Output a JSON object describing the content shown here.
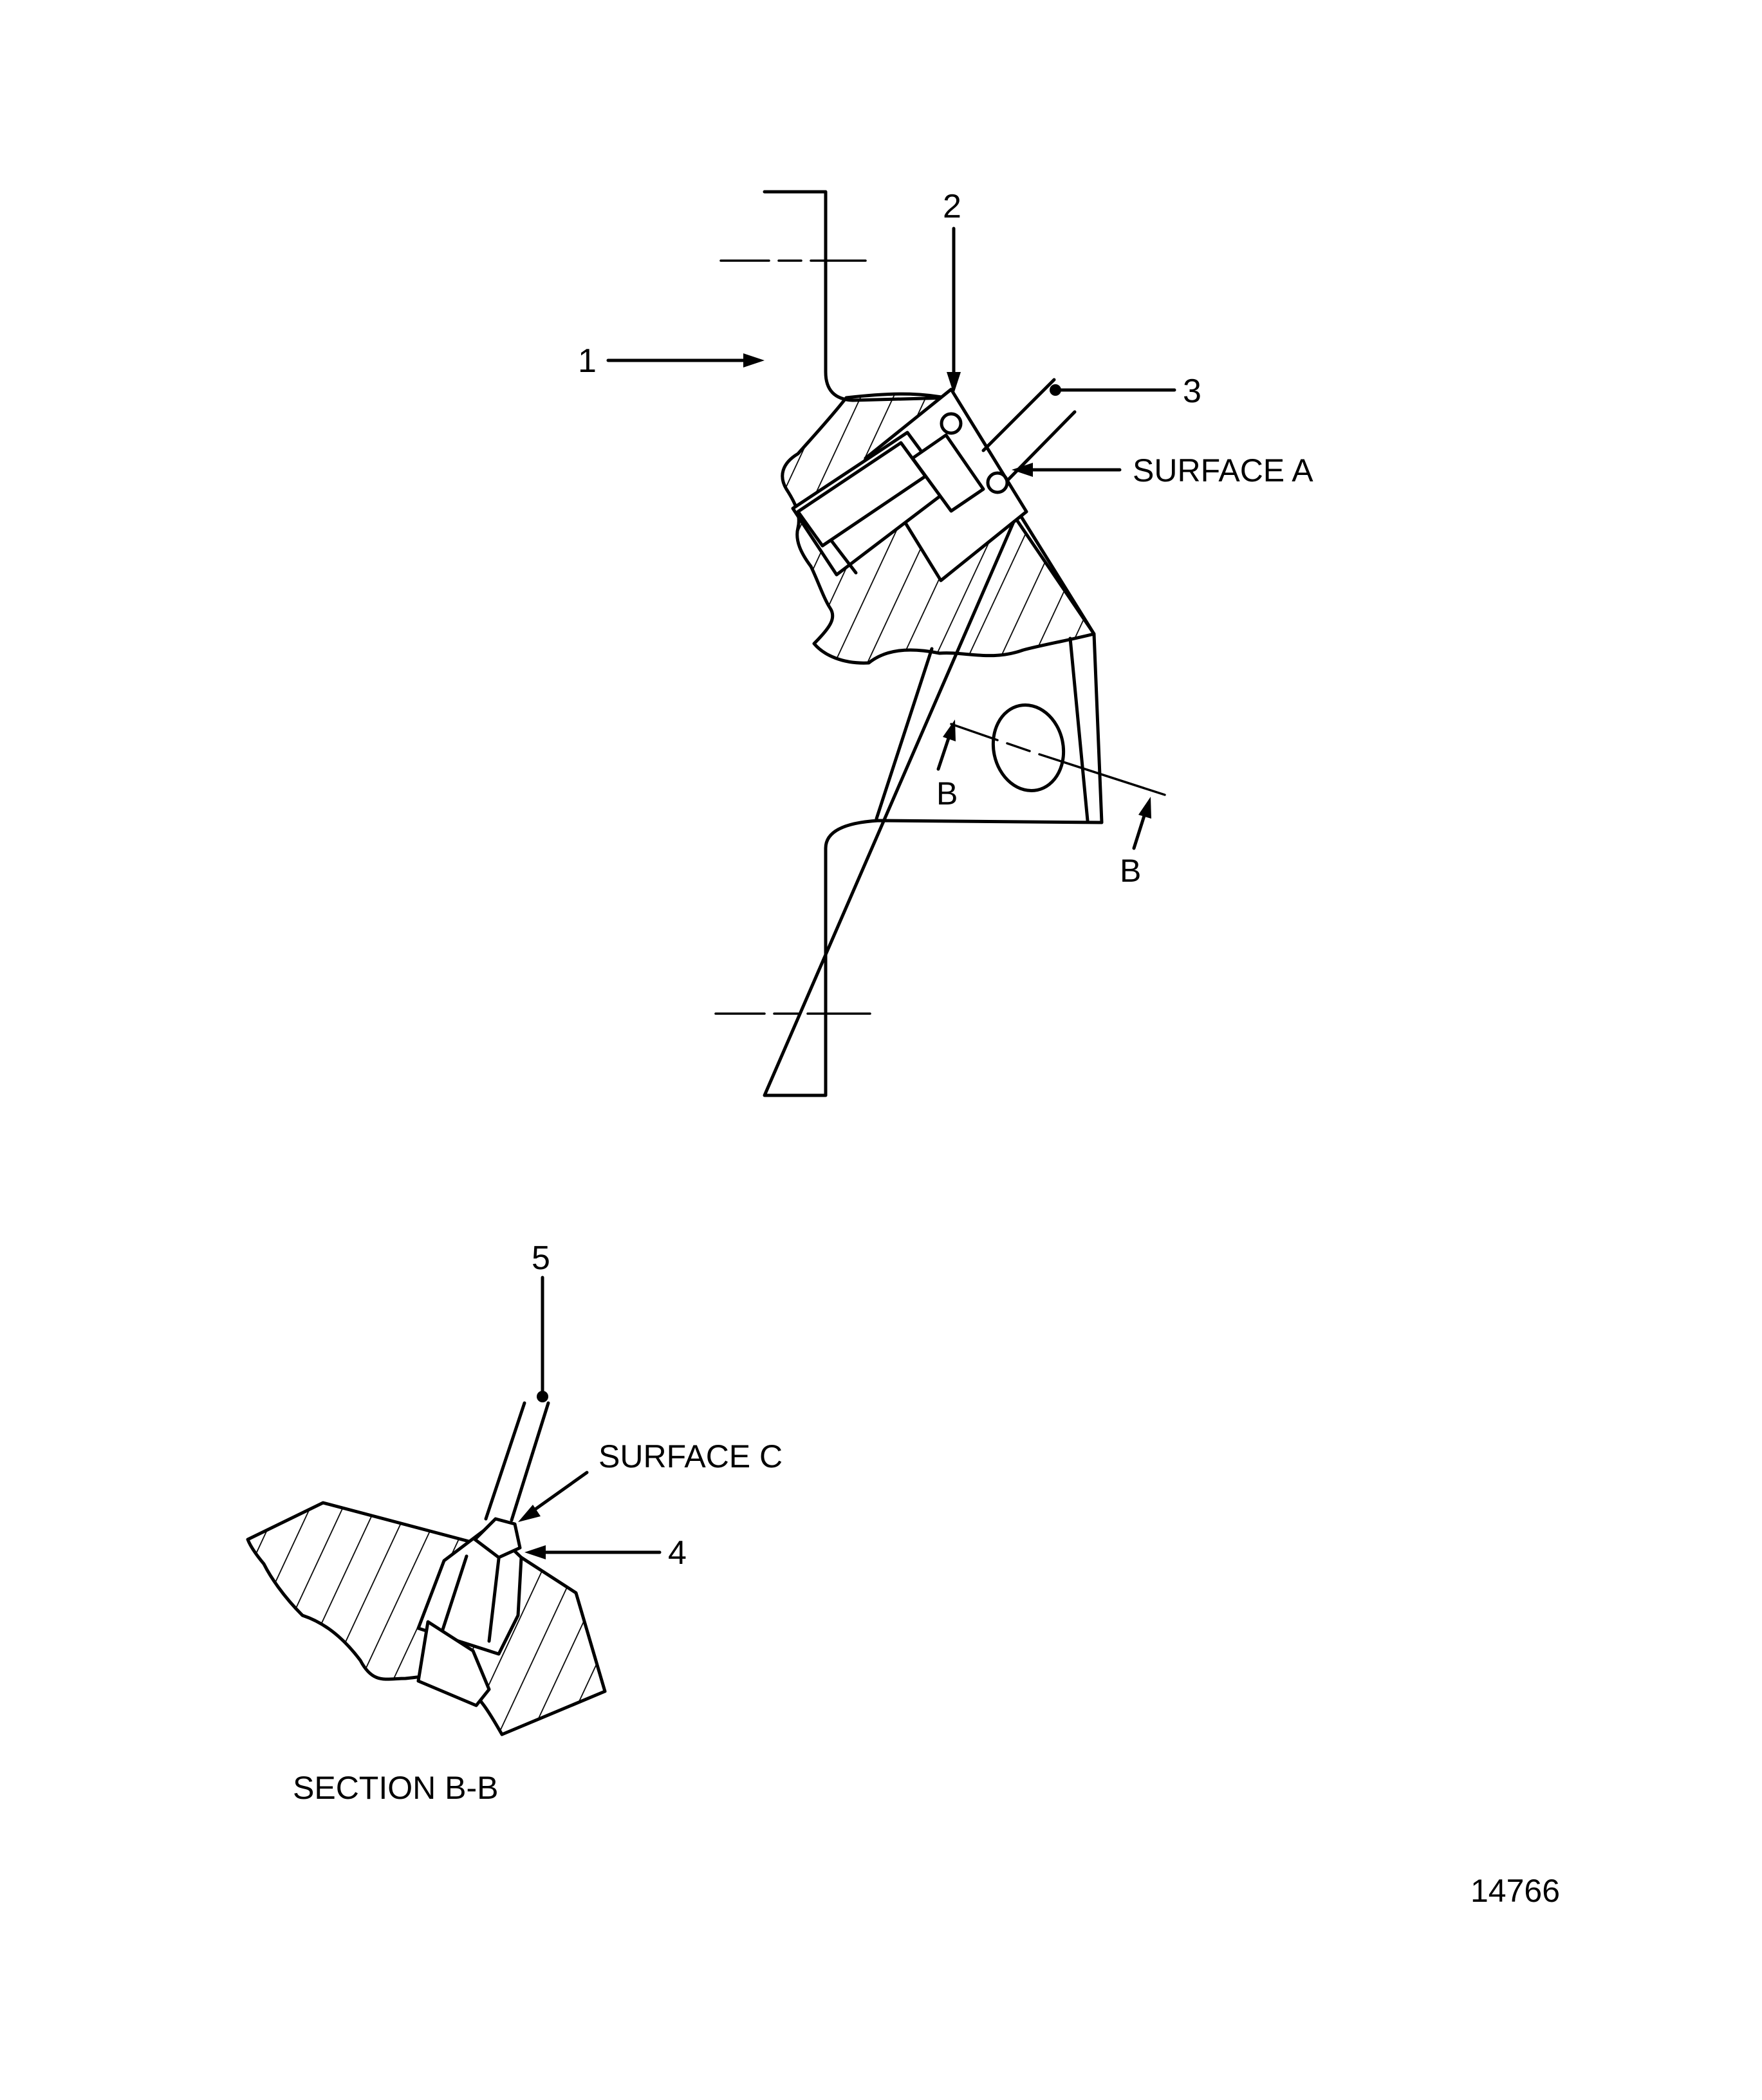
{
  "callouts": {
    "item_1": "1",
    "item_2": "2",
    "item_3": "3",
    "item_4": "4",
    "item_5": "5"
  },
  "labels": {
    "surface_a": "SURFACE A",
    "surface_c": "SURFACE C",
    "section_mark_b_left": "B",
    "section_mark_b_right": "B",
    "section_title": "SECTION B-B"
  },
  "figure_number": "14766"
}
